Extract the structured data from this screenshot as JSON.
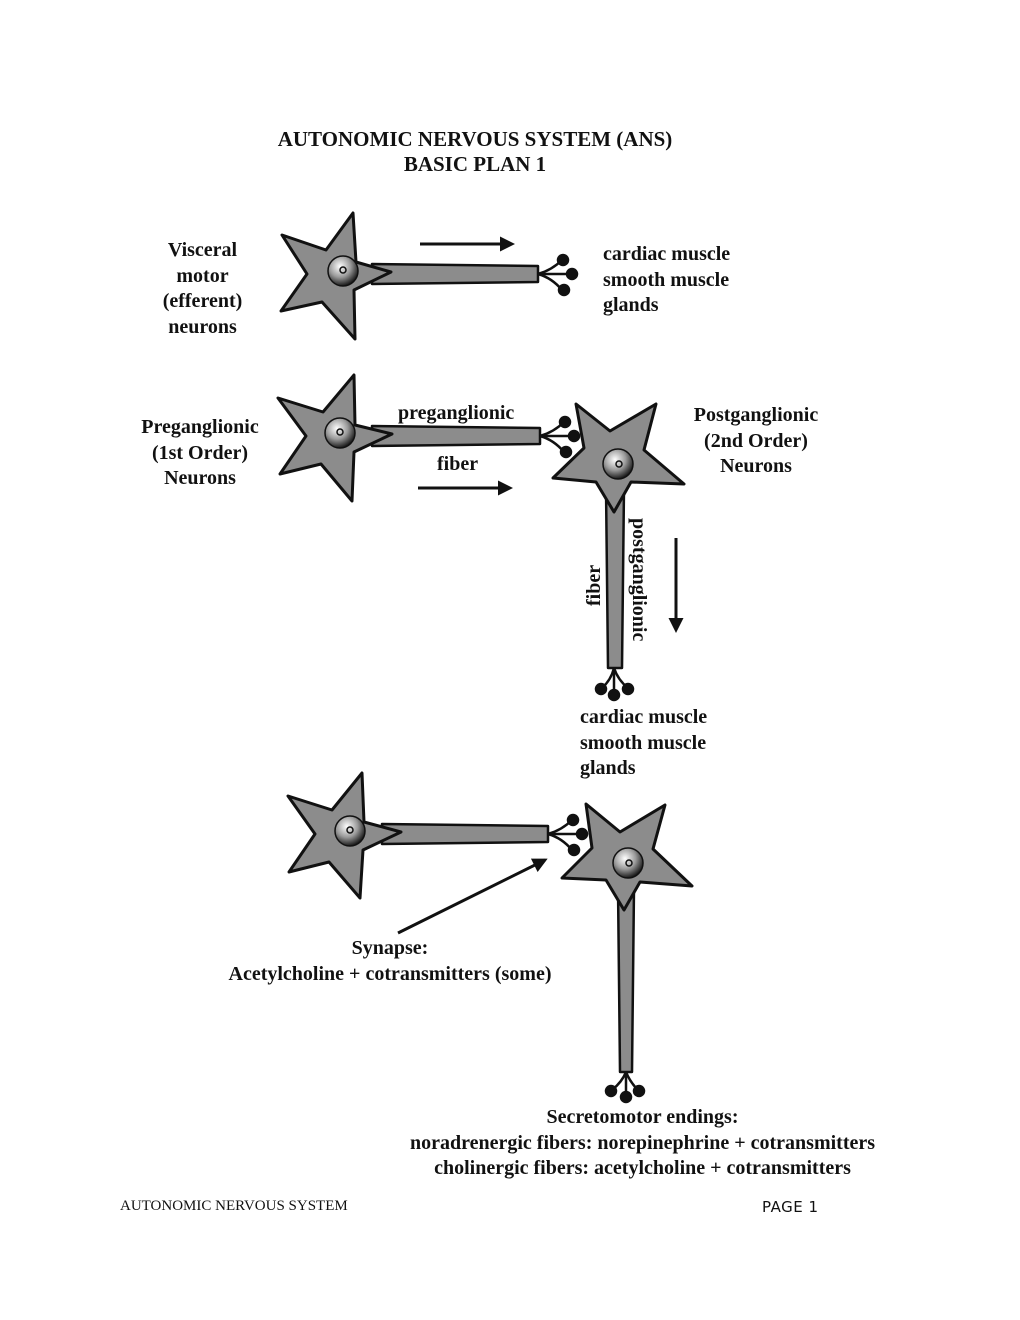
{
  "title": {
    "line1": "AUTONOMIC NERVOUS SYSTEM (ANS)",
    "line2": "BASIC PLAN 1"
  },
  "panel1": {
    "neuron_label": [
      "Visceral",
      "motor",
      "(efferent)",
      "neurons"
    ],
    "targets": [
      "cardiac muscle",
      "smooth muscle",
      "glands"
    ]
  },
  "panel2": {
    "pre_label": [
      "Preganglionic",
      "(1st Order)",
      "Neurons"
    ],
    "post_label": [
      "Postganglionic",
      "(2nd Order)",
      "Neurons"
    ],
    "pre_fiber_top": "preganglionic",
    "pre_fiber_bottom": "fiber",
    "post_fiber_a": "postganglionic",
    "post_fiber_b": "fiber",
    "targets": [
      "cardiac muscle",
      "smooth muscle",
      "glands"
    ]
  },
  "panel3": {
    "synapse": [
      "Synapse:",
      "Acetylcholine + cotransmitters (some)"
    ],
    "endings": [
      "Secretomotor endings:",
      "noradrenergic fibers: norepinephrine + cotransmitters",
      "cholinergic fibers: acetylcholine + cotransmitters"
    ]
  },
  "footer": {
    "left": "AUTONOMIC NERVOUS SYSTEM",
    "right": "PAGE 1"
  },
  "colors": {
    "neuron_fill": "#8c8c8c",
    "outline": "#111111",
    "arrow": "#111111"
  }
}
